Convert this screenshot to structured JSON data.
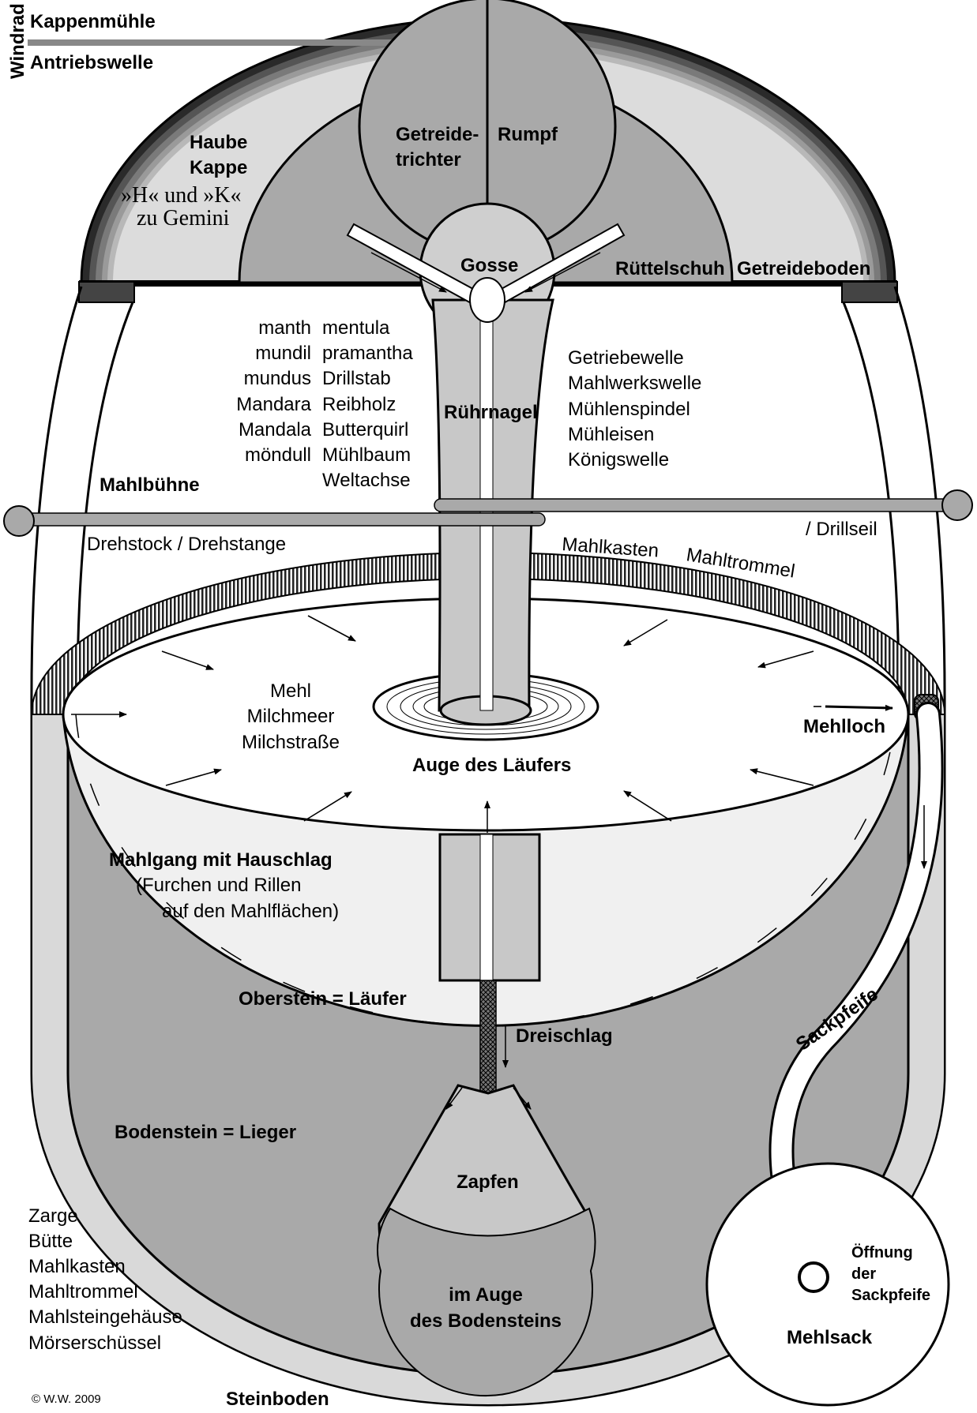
{
  "labels": {
    "windrad": "Windrad",
    "kappenmuehle": "Kappenmühle",
    "antriebswelle": "Antriebswelle",
    "haube": "Haube",
    "kappe": "Kappe",
    "hk_line1": "»H« und »K«",
    "hk_line2": "zu Gemini",
    "getreide1": "Getreide-",
    "getreide2": "trichter",
    "rumpf": "Rumpf",
    "gosse": "Gosse",
    "ruettelschuh": "Rüttelschuh",
    "getreideboden": "Getreideboden",
    "ruehrnagel": "Rührnagel",
    "mahlbuehne": "Mahlbühne",
    "drehstock": "Drehstock / Drehstange",
    "drillseil": "/ Drillseil",
    "mahlkasten_top": "Mahlkasten",
    "mahltrommel_top": "Mahltrommel",
    "mehlloch": "Mehlloch",
    "auge_laeufer": "Auge des Läufers",
    "mahlgang1": "Mahlgang mit Hauschlag",
    "mahlgang2": "(Furchen und Rillen",
    "mahlgang3": "auf den Mahlflächen)",
    "oberstein": "Oberstein = Läufer",
    "dreischlag": "Dreischlag",
    "sackpfeife": "Sackpfeife",
    "bodenstein": "Bodenstein = Lieger",
    "zapfen": "Zapfen",
    "imauge1": "im Auge",
    "imauge2": "des Bodensteins",
    "oeffnung1": "Öffnung",
    "oeffnung2": "der",
    "oeffnung3": "Sackpfeife",
    "mehlsack": "Mehlsack",
    "steinboden": "Steinboden",
    "copyright": "© W.W. 2009"
  },
  "synonyms_left": [
    "manth",
    "mundil",
    "mundus",
    "Mandara",
    "Mandala",
    "möndull"
  ],
  "synonyms_right": [
    "mentula",
    "pramantha",
    "Drillstab",
    "Reibholz",
    "Butterquirl",
    "Mühlbaum",
    "Weltachse"
  ],
  "shaft_names": [
    "Getriebewelle",
    "Mahlwerkswelle",
    "Mühlenspindel",
    "Mühleisen",
    "Königswelle"
  ],
  "flour_names": [
    "Mehl",
    "Milchmeer",
    "Milchstraße"
  ],
  "casing_names": [
    "Zarge",
    "Bütte",
    "Mahlkasten",
    "Mahltrommel",
    "Mahlsteingehäuse",
    "Mörserschüssel"
  ]
}
